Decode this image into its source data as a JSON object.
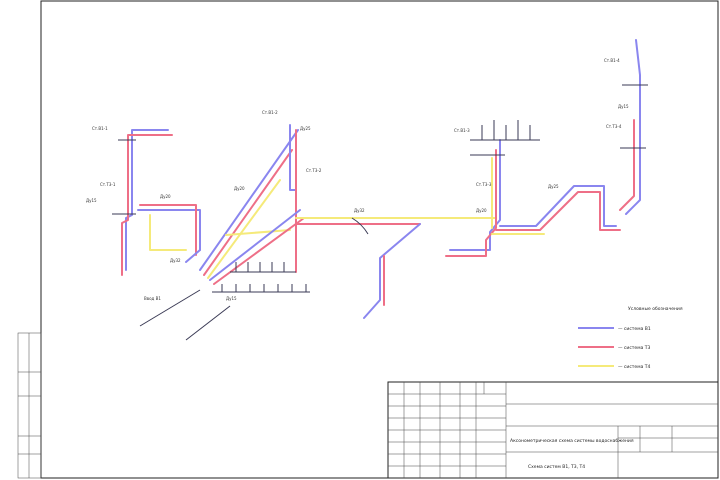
{
  "colors": {
    "cold_water": "#8a86ef",
    "hot_water": "#ee6f87",
    "hot_water_circulation": "#f5ea7a",
    "frame": "#222222"
  },
  "legend": {
    "title": "Условные обозначения",
    "items": [
      {
        "label": "— система В1",
        "color": "#8a86ef"
      },
      {
        "label": "— система Т3",
        "color": "#ee6f87"
      },
      {
        "label": "— система Т4",
        "color": "#f5ea7a"
      }
    ]
  },
  "title_block": {
    "drawing_name": "Аксонометрическая схема системы водоснабжения",
    "sheet_caption": "Схема систем В1, Т3, Т4"
  }
}
